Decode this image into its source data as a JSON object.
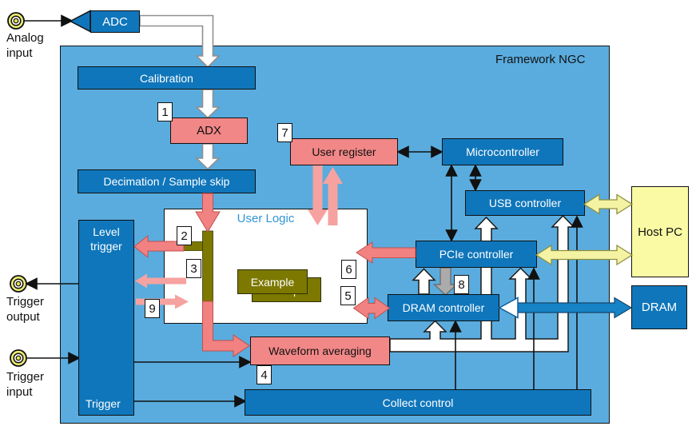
{
  "diagram": {
    "title": "Framework NGC",
    "user_logic_title": "User Logic"
  },
  "external": {
    "analog_input": "Analog input",
    "trigger_output": "Trigger output",
    "trigger_input": "Trigger input",
    "host_pc": "Host PC",
    "dram": "DRAM"
  },
  "blocks": {
    "adc": "ADC",
    "calibration": "Calibration",
    "adx": "ADX",
    "decimation": "Decimation / Sample skip",
    "example": "Example",
    "level_trigger": "Level trigger",
    "trigger": "Trigger",
    "user_register": "User register",
    "microcontroller": "Microcontroller",
    "usb_controller": "USB controller",
    "pcie_controller": "PCIe controller",
    "dram_controller": "DRAM controller",
    "waveform_averaging": "Waveform averaging",
    "collect_control": "Collect control"
  },
  "markers": {
    "m1": "1",
    "m2": "2",
    "m3": "3",
    "m4": "4",
    "m5": "5",
    "m6": "6",
    "m7": "7",
    "m8": "8",
    "m9": "9"
  },
  "colors": {
    "framework_bg": "#5aacde",
    "block_blue": "#0f76bb",
    "block_pink": "#f28787",
    "arrow_pink": "#f28181",
    "arrow_light_pink": "#f6a2a0",
    "olive": "#7c7800",
    "host_pc_yellow": "#fafaa5",
    "yellow_arrow": "#f3f3a3",
    "blue_arrow": "#1583c6",
    "connector_yellow": "#eded72"
  }
}
